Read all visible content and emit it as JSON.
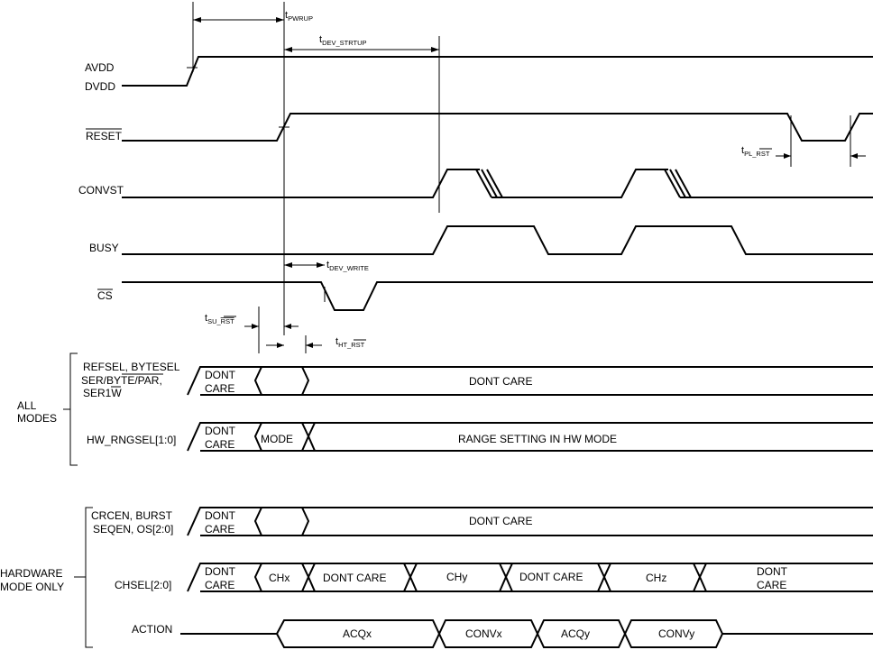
{
  "signals": {
    "avdd": "AVDD",
    "dvdd": "DVDD",
    "reset": "RESET",
    "convst": "CONVST",
    "busy": "BUSY",
    "cs": "CS",
    "refsel_line1": "REFSEL, BYTESEL",
    "refsel_line2_pre": "SER/BY",
    "refsel_line2_over": "TE/PAR",
    "refsel_line2_post": ",",
    "refsel_line3_pre": "SER1",
    "refsel_line3_over": "W",
    "hw_rngsel": "HW_RNGSEL[1:0]",
    "crcen_line1": "CRCEN, BURST",
    "crcen_line2": "SEQEN, OS[2:0]",
    "chsel": "CHSEL[2:0]",
    "action": "ACTION"
  },
  "groups": {
    "all_modes_line1": "ALL",
    "all_modes_line2": "MODES",
    "hw_only_line1": "HARDWARE",
    "hw_only_line2": "MODE ONLY"
  },
  "timing": {
    "t_pwrup": {
      "main": "t",
      "sub": "PWRUP"
    },
    "t_dev_strtup": {
      "main": "t",
      "sub": "DEV_STRTUP"
    },
    "t_dev_write": {
      "main": "t",
      "sub": "DEV_WRITE"
    },
    "t_su_rst": {
      "main": "t",
      "sub_pre": "SU_",
      "sub_over": "RST"
    },
    "t_ht_rst": {
      "main": "t",
      "sub_pre": "HT_",
      "sub_over": "RST"
    },
    "t_pl_rst": {
      "main": "t",
      "sub_pre": "PL_",
      "sub_over": "RST"
    }
  },
  "bus_labels": {
    "dont": "DONT",
    "care": "CARE",
    "dont_care": "DONT CARE",
    "mode": "MODE",
    "range_setting": "RANGE SETTING IN HW MODE",
    "chx": "CHx",
    "chy": "CHy",
    "chz": "CHz",
    "acqx": "ACQx",
    "convx": "CONVx",
    "acqy": "ACQy",
    "convy": "CONVy"
  }
}
